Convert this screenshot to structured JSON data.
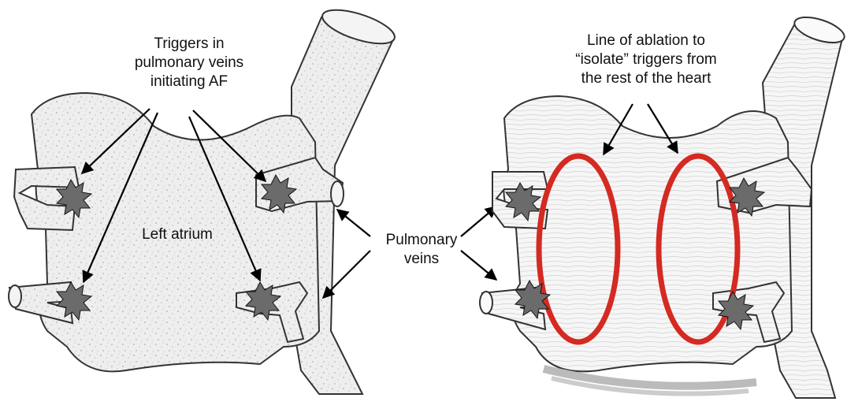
{
  "labels": {
    "triggers": [
      "Triggers in",
      "pulmonary veins",
      "initiating AF"
    ],
    "left_atrium": "Left atrium",
    "pulmonary_veins": [
      "Pulmonary",
      "veins"
    ],
    "ablation": [
      "Line of ablation to",
      "“isolate” triggers from",
      "the rest of the heart"
    ]
  },
  "colors": {
    "outline": "#333333",
    "tissue_fill": "#ececec",
    "trigger_fill": "#6b6b6b",
    "ablation_line": "#d42a22",
    "arrow": "#000000",
    "pink_highlight": "#f4a0a0"
  },
  "icons": [
    "trigger-starburst-icon",
    "arrow-icon"
  ]
}
